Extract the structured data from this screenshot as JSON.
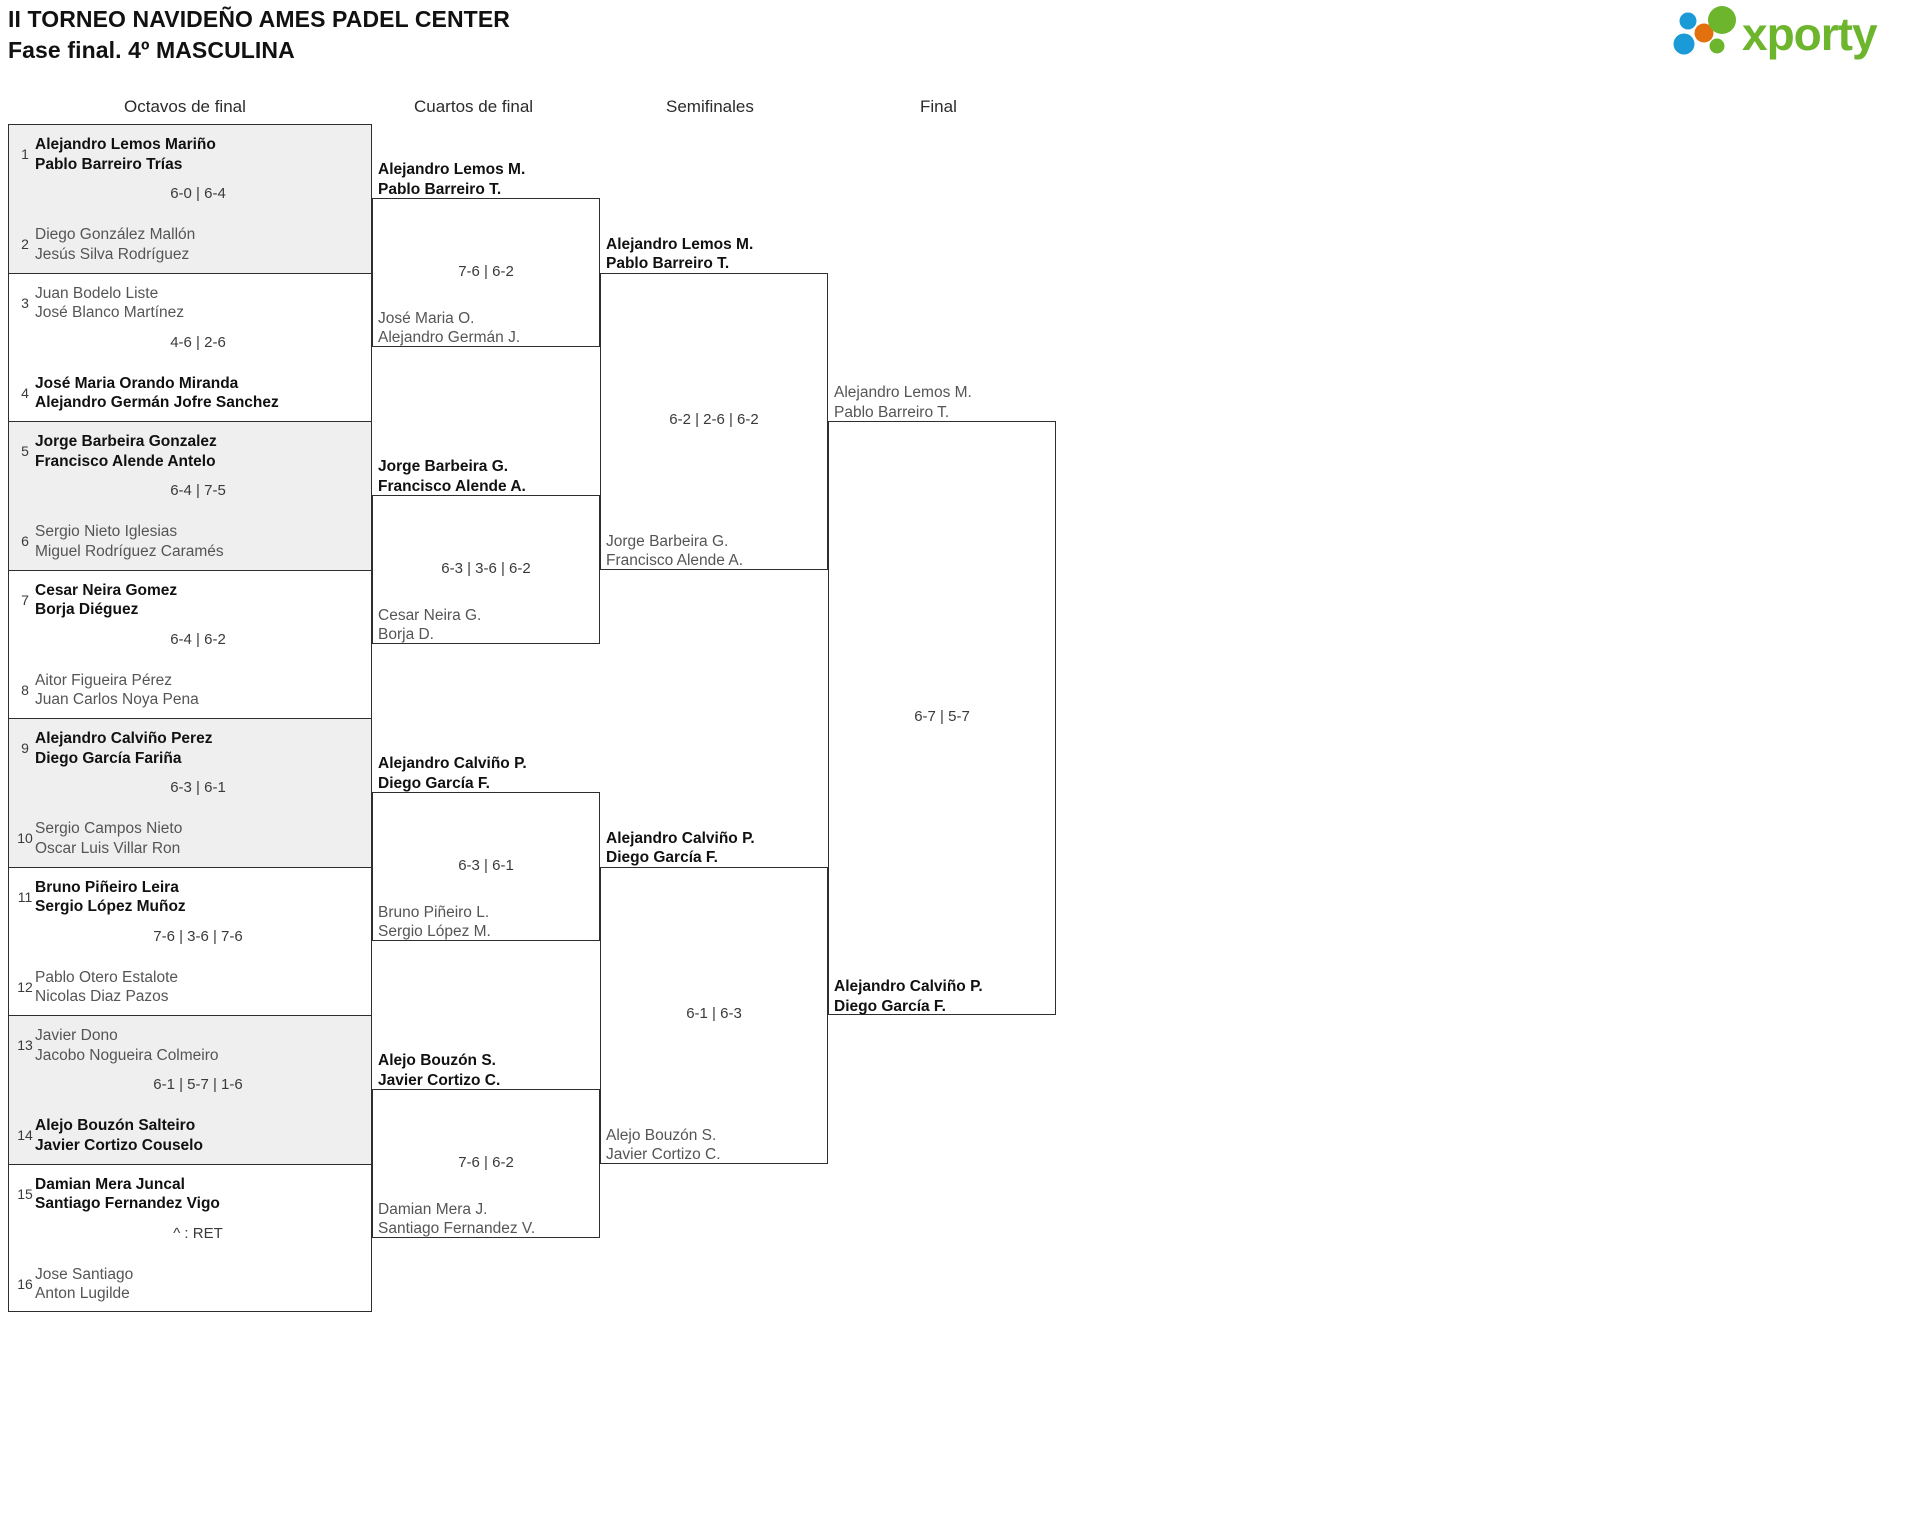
{
  "header": {
    "title_line1": "II TORNEO NAVIDEÑO AMES PADEL CENTER",
    "title_line2": "Fase final. 4º MASCULINA",
    "logo_text": "xporty",
    "logo_colors": {
      "green": "#6cb52d",
      "blue": "#1a9ad6",
      "orange": "#e2710d"
    }
  },
  "colors": {
    "line": "#2e2e2e",
    "shade": "#efefef",
    "winner_text": "#111111",
    "loser_text": "#555555",
    "score_text": "#3a3a3a"
  },
  "rounds": [
    {
      "label": "Octavos de final"
    },
    {
      "label": "Cuartos de final"
    },
    {
      "label": "Semifinales"
    },
    {
      "label": "Final"
    }
  ],
  "round_of_16": [
    {
      "seed_top": "1",
      "seed_bot": "2",
      "top": {
        "p1": "Alejandro Lemos Mariño",
        "p2": "Pablo Barreiro Trías",
        "winner": true
      },
      "bot": {
        "p1": "Diego González Mallón",
        "p2": "Jesús Silva Rodríguez",
        "winner": false
      },
      "score": "6-0 | 6-4",
      "shaded": true
    },
    {
      "seed_top": "3",
      "seed_bot": "4",
      "top": {
        "p1": "Juan Bodelo Liste",
        "p2": "José Blanco Martínez",
        "winner": false
      },
      "bot": {
        "p1": "José Maria Orando Miranda",
        "p2": "Alejandro Germán Jofre Sanchez",
        "winner": true
      },
      "score": "4-6 | 2-6",
      "shaded": false
    },
    {
      "seed_top": "5",
      "seed_bot": "6",
      "top": {
        "p1": "Jorge Barbeira Gonzalez",
        "p2": "Francisco Alende Antelo",
        "winner": true
      },
      "bot": {
        "p1": "Sergio Nieto Iglesias",
        "p2": "Miguel Rodríguez Caramés",
        "winner": false
      },
      "score": "6-4 | 7-5",
      "shaded": true
    },
    {
      "seed_top": "7",
      "seed_bot": "8",
      "top": {
        "p1": "Cesar Neira Gomez",
        "p2": "Borja Diéguez",
        "winner": true
      },
      "bot": {
        "p1": "Aitor Figueira Pérez",
        "p2": "Juan Carlos Noya Pena",
        "winner": false
      },
      "score": "6-4 | 6-2",
      "shaded": false
    },
    {
      "seed_top": "9",
      "seed_bot": "10",
      "top": {
        "p1": "Alejandro Calviño Perez",
        "p2": "Diego García Fariña",
        "winner": true
      },
      "bot": {
        "p1": "Sergio Campos Nieto",
        "p2": "Oscar Luis Villar Ron",
        "winner": false
      },
      "score": "6-3 | 6-1",
      "shaded": true
    },
    {
      "seed_top": "11",
      "seed_bot": "12",
      "top": {
        "p1": "Bruno Piñeiro Leira",
        "p2": "Sergio López Muñoz",
        "winner": true
      },
      "bot": {
        "p1": "Pablo Otero Estalote",
        "p2": "Nicolas Diaz Pazos",
        "winner": false
      },
      "score": "7-6 | 3-6 | 7-6",
      "shaded": false
    },
    {
      "seed_top": "13",
      "seed_bot": "14",
      "top": {
        "p1": "Javier Dono",
        "p2": "Jacobo Nogueira Colmeiro",
        "winner": false
      },
      "bot": {
        "p1": "Alejo Bouzón Salteiro",
        "p2": "Javier Cortizo Couselo",
        "winner": true
      },
      "score": "6-1 | 5-7 | 1-6",
      "shaded": true
    },
    {
      "seed_top": "15",
      "seed_bot": "16",
      "top": {
        "p1": "Damian Mera Juncal",
        "p2": "Santiago Fernandez Vigo",
        "winner": true
      },
      "bot": {
        "p1": "Jose Santiago",
        "p2": "Anton Lugilde",
        "winner": false
      },
      "score": "^ : RET",
      "shaded": false
    }
  ],
  "quarterfinals": [
    {
      "top": {
        "p1": "Alejandro Lemos M.",
        "p2": "Pablo Barreiro T.",
        "winner": true
      },
      "bot": {
        "p1": "José Maria O.",
        "p2": "Alejandro Germán J.",
        "winner": false
      },
      "score": "7-6 | 6-2"
    },
    {
      "top": {
        "p1": "Jorge Barbeira G.",
        "p2": "Francisco Alende A.",
        "winner": true
      },
      "bot": {
        "p1": "Cesar Neira G.",
        "p2": "Borja D.",
        "winner": false
      },
      "score": "6-3 | 3-6 | 6-2"
    },
    {
      "top": {
        "p1": "Alejandro Calviño P.",
        "p2": "Diego García F.",
        "winner": true
      },
      "bot": {
        "p1": "Bruno Piñeiro L.",
        "p2": "Sergio López M.",
        "winner": false
      },
      "score": "6-3 | 6-1"
    },
    {
      "top": {
        "p1": "Alejo Bouzón S.",
        "p2": "Javier Cortizo C.",
        "winner": true
      },
      "bot": {
        "p1": "Damian Mera J.",
        "p2": "Santiago Fernandez V.",
        "winner": false
      },
      "score": "7-6 | 6-2"
    }
  ],
  "semifinals": [
    {
      "top": {
        "p1": "Alejandro Lemos M.",
        "p2": "Pablo Barreiro T.",
        "winner": true
      },
      "bot": {
        "p1": "Jorge Barbeira G.",
        "p2": "Francisco Alende A.",
        "winner": false
      },
      "score": "6-2 | 2-6 | 6-2"
    },
    {
      "top": {
        "p1": "Alejandro Calviño P.",
        "p2": "Diego García F.",
        "winner": true
      },
      "bot": {
        "p1": "Alejo Bouzón S.",
        "p2": "Javier Cortizo C.",
        "winner": false
      },
      "score": "6-1 | 6-3"
    }
  ],
  "final": {
    "top": {
      "p1": "Alejandro Lemos M.",
      "p2": "Pablo Barreiro T.",
      "winner": false
    },
    "bot": {
      "p1": "Alejandro Calviño P.",
      "p2": "Diego García F.",
      "winner": true
    },
    "score": "6-7 | 5-7"
  }
}
